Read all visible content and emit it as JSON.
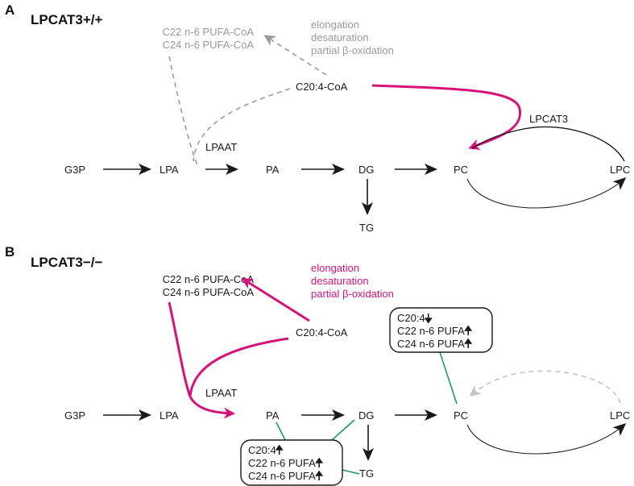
{
  "colors": {
    "highlight": "#d6127a",
    "inactive": "#9a9a9a",
    "link": "#1a9a6a",
    "default": "#1a1a1a"
  },
  "panel_a": {
    "letter": "A",
    "title": "LPCAT3+/+",
    "products": [
      "C22 n-6 PUFA-CoA",
      "C24 n-6 PUFA-CoA"
    ],
    "process": [
      "elongation",
      "desaturation",
      "partial β-oxidation"
    ],
    "acyl_coa": "C20:4-CoA",
    "enzyme_lpaat": "LPAAT",
    "enzyme_lpcat3": "LPCAT3",
    "nodes": {
      "g3p": "G3P",
      "lpa": "LPA",
      "pa": "PA",
      "dg": "DG",
      "pc": "PC",
      "lpc": "LPC",
      "tg": "TG"
    }
  },
  "panel_b": {
    "letter": "B",
    "title": "LPCAT3−/−",
    "products": [
      "C22 n-6 PUFA-CoA",
      "C24 n-6 PUFA-CoA"
    ],
    "process": [
      "elongation",
      "desaturation",
      "partial β-oxidation"
    ],
    "acyl_coa": "C20:4-CoA",
    "enzyme_lpaat": "LPAAT",
    "nodes": {
      "g3p": "G3P",
      "lpa": "LPA",
      "pa": "PA",
      "dg": "DG",
      "pc": "PC",
      "lpc": "LPC",
      "tg": "TG"
    },
    "pc_box": [
      {
        "text": "C20:4",
        "trend": "down"
      },
      {
        "text": "C22 n-6 PUFA",
        "trend": "up"
      },
      {
        "text": "C24 n-6 PUFA",
        "trend": "up"
      }
    ],
    "glycerolipid_box": [
      {
        "text": "C20:4",
        "trend": "up"
      },
      {
        "text": "C22 n-6 PUFA",
        "trend": "up"
      },
      {
        "text": "C24 n-6 PUFA",
        "trend": "up"
      }
    ]
  }
}
